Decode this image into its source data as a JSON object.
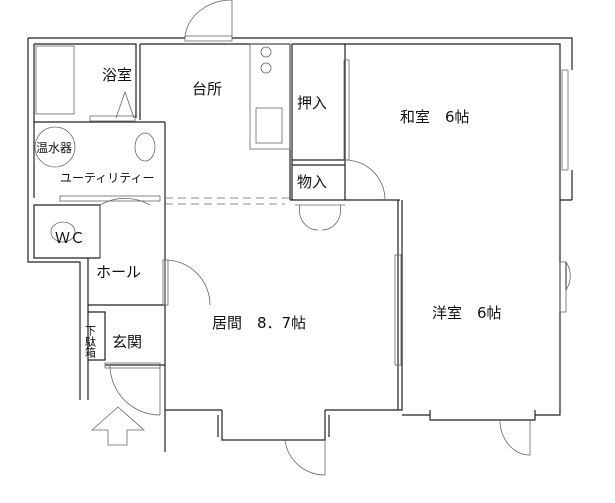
{
  "plan": {
    "rooms": {
      "bath": "浴室",
      "kitchen": "台所",
      "closet": "押入",
      "japanese_room": "和室　6帖",
      "water_heater": "温水器",
      "utility": "ユーティリティー",
      "storage": "物入",
      "wc": "ＷＣ",
      "hall": "ホール",
      "living": "居間　8．7帖",
      "western_room": "洋室　6帖",
      "shoe_box": "下駄箱",
      "entrance": "玄関"
    }
  }
}
